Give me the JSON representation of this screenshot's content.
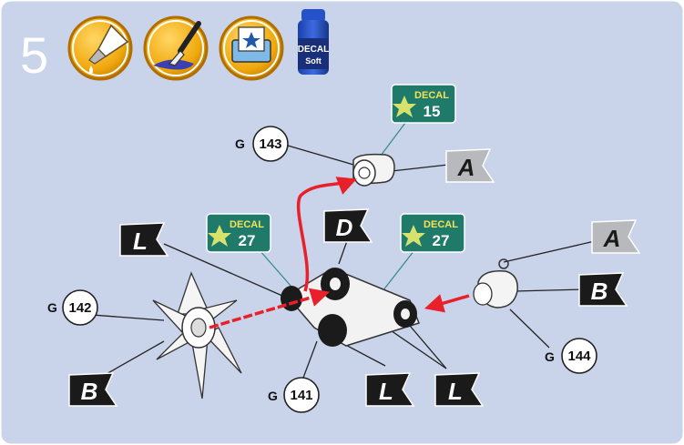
{
  "step": {
    "number": "5"
  },
  "toolbar": {
    "icons": [
      "glue-drop-icon",
      "paint-brush-icon",
      "decal-water-dip-icon"
    ],
    "bottle": {
      "line1": "DECAL",
      "line2": "Soft"
    }
  },
  "decals": [
    {
      "label": "DECAL",
      "number": "15"
    },
    {
      "label": "DECAL",
      "number": "27"
    },
    {
      "label": "DECAL",
      "number": "27"
    }
  ],
  "parts": [
    {
      "prefix": "G",
      "number": "143"
    },
    {
      "prefix": "G",
      "number": "142"
    },
    {
      "prefix": "G",
      "number": "141"
    },
    {
      "prefix": "G",
      "number": "144"
    }
  ],
  "flags": [
    {
      "letter": "A",
      "scheme": "gray"
    },
    {
      "letter": "L",
      "scheme": "black"
    },
    {
      "letter": "D",
      "scheme": "black"
    },
    {
      "letter": "A",
      "scheme": "gray"
    },
    {
      "letter": "B",
      "scheme": "black"
    },
    {
      "letter": "B",
      "scheme": "black"
    },
    {
      "letter": "L",
      "scheme": "black"
    },
    {
      "letter": "L",
      "scheme": "black"
    }
  ],
  "colors": {
    "background": "#c9d4ea",
    "icon_gold": "#f0a80c",
    "icon_ring": "#a56a00",
    "decal_green": "#1f7a6a",
    "flag_black": "#1a1a1a",
    "flag_gray": "#b7b9bd",
    "arrow_red": "#e8202a"
  }
}
